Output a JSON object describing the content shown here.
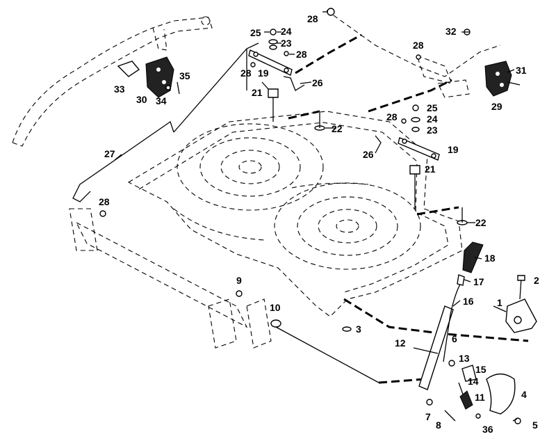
{
  "colors": {
    "line": "#000000",
    "background": "#ffffff"
  },
  "callouts": [
    {
      "id": "c28a",
      "text": "28"
    },
    {
      "id": "c25a",
      "text": "25"
    },
    {
      "id": "c24a",
      "text": "24"
    },
    {
      "id": "c23a",
      "text": "23"
    },
    {
      "id": "c28b",
      "text": "28"
    },
    {
      "id": "c28c",
      "text": "28"
    },
    {
      "id": "c19a",
      "text": "19"
    },
    {
      "id": "c35",
      "text": "35"
    },
    {
      "id": "c33",
      "text": "33"
    },
    {
      "id": "c30",
      "text": "30"
    },
    {
      "id": "c34",
      "text": "34"
    },
    {
      "id": "c21a",
      "text": "21"
    },
    {
      "id": "c26a",
      "text": "26"
    },
    {
      "id": "c32",
      "text": "32"
    },
    {
      "id": "c28d",
      "text": "28"
    },
    {
      "id": "c31",
      "text": "31"
    },
    {
      "id": "c29",
      "text": "29"
    },
    {
      "id": "c25b",
      "text": "25"
    },
    {
      "id": "c28e",
      "text": "28"
    },
    {
      "id": "c24b",
      "text": "24"
    },
    {
      "id": "c23b",
      "text": "23"
    },
    {
      "id": "c22a",
      "text": "22"
    },
    {
      "id": "c26b",
      "text": "26"
    },
    {
      "id": "c19b",
      "text": "19"
    },
    {
      "id": "c21b",
      "text": "21"
    },
    {
      "id": "c27",
      "text": "27"
    },
    {
      "id": "c28f",
      "text": "28"
    },
    {
      "id": "c22b",
      "text": "22"
    },
    {
      "id": "c18",
      "text": "18"
    },
    {
      "id": "c17",
      "text": "17"
    },
    {
      "id": "c16",
      "text": "16"
    },
    {
      "id": "c2",
      "text": "2"
    },
    {
      "id": "c1",
      "text": "1"
    },
    {
      "id": "c9",
      "text": "9"
    },
    {
      "id": "c10",
      "text": "10"
    },
    {
      "id": "c3",
      "text": "3"
    },
    {
      "id": "c6",
      "text": "6"
    },
    {
      "id": "c12",
      "text": "12"
    },
    {
      "id": "c13",
      "text": "13"
    },
    {
      "id": "c15",
      "text": "15"
    },
    {
      "id": "c14",
      "text": "14"
    },
    {
      "id": "c11",
      "text": "11"
    },
    {
      "id": "c4",
      "text": "4"
    },
    {
      "id": "c7",
      "text": "7"
    },
    {
      "id": "c8",
      "text": "8"
    },
    {
      "id": "c36",
      "text": "36"
    },
    {
      "id": "c5",
      "text": "5"
    }
  ]
}
